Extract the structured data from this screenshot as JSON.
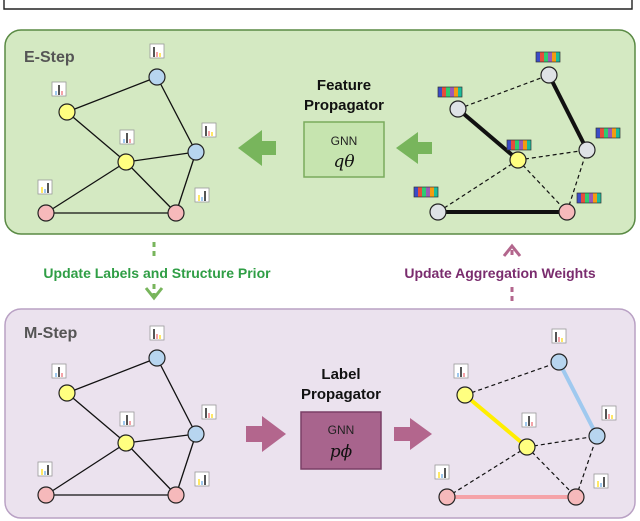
{
  "estep": {
    "title": "E-Step",
    "propagator_line1": "Feature",
    "propagator_line2": "Propagator",
    "module_label": "GNN",
    "module_symbol": "qθ"
  },
  "mstep": {
    "title": "M-Step",
    "propagator_line1": "Label",
    "propagator_line2": "Propagator",
    "module_label": "GNN",
    "module_symbol": "pϕ"
  },
  "links": {
    "left_label": "Update Labels and Structure Prior",
    "right_label": "Update Aggregation Weights"
  },
  "colors": {
    "estep_bg": "#d4e9c2",
    "estep_border": "#5a8a44",
    "mstep_bg": "#ebe2ee",
    "mstep_border": "#b9a1c4",
    "green_arrow": "#78b55c",
    "purple_arrow": "#b3668d",
    "green_text": "#2f9e45",
    "purple_text": "#7a2c6e",
    "node_yellow": "#ffff80",
    "node_blue": "#b7d5ef",
    "node_pink": "#f6b9bb",
    "node_gray": "#dfe3e6",
    "edge_yellow": "#ffee00",
    "edge_blue": "#9fc9ef",
    "edge_pink": "#f5a3a8"
  }
}
